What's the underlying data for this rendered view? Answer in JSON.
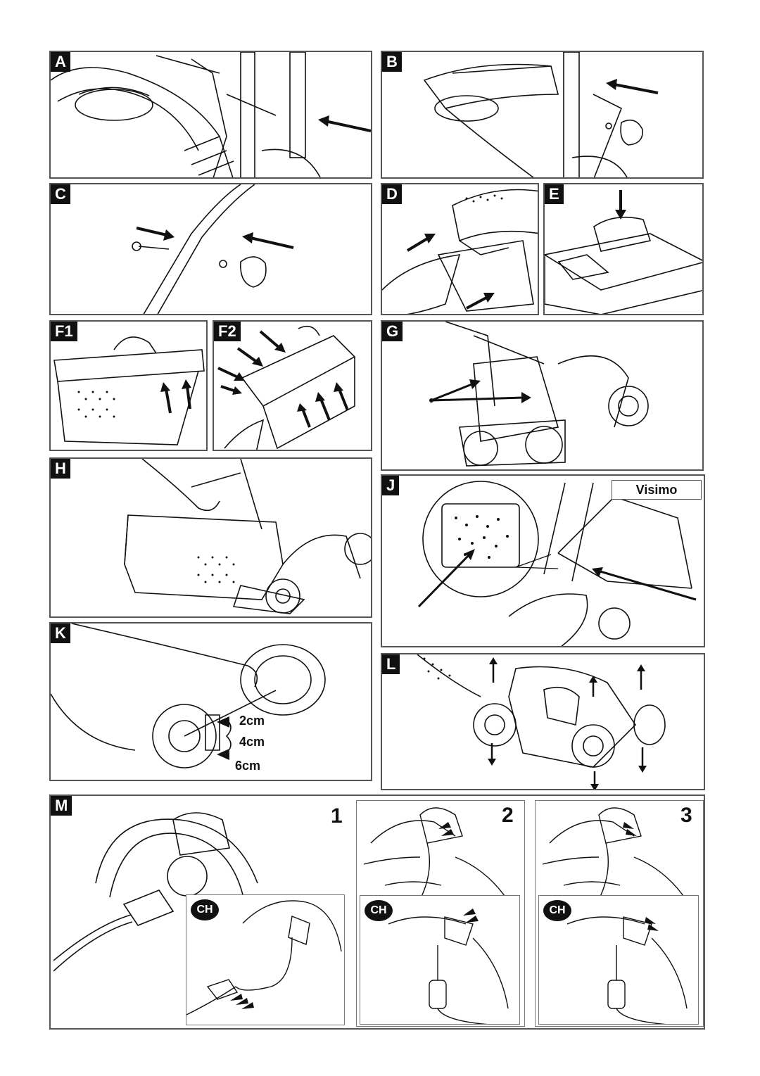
{
  "panels": {
    "A": "A",
    "B": "B",
    "C": "C",
    "D": "D",
    "E": "E",
    "F1": "F1",
    "F2": "F2",
    "G": "G",
    "H": "H",
    "J": "J",
    "K": "K",
    "L": "L",
    "M": "M"
  },
  "j_panel": {
    "model_label": "Visimo"
  },
  "k_panel": {
    "heights": [
      "2cm",
      "4cm",
      "6cm"
    ]
  },
  "m_panel": {
    "steps": [
      "1",
      "2",
      "3"
    ],
    "ch_badge": "CH"
  },
  "colors": {
    "ink": "#111111",
    "frame": "#555555",
    "paper": "#ffffff"
  }
}
